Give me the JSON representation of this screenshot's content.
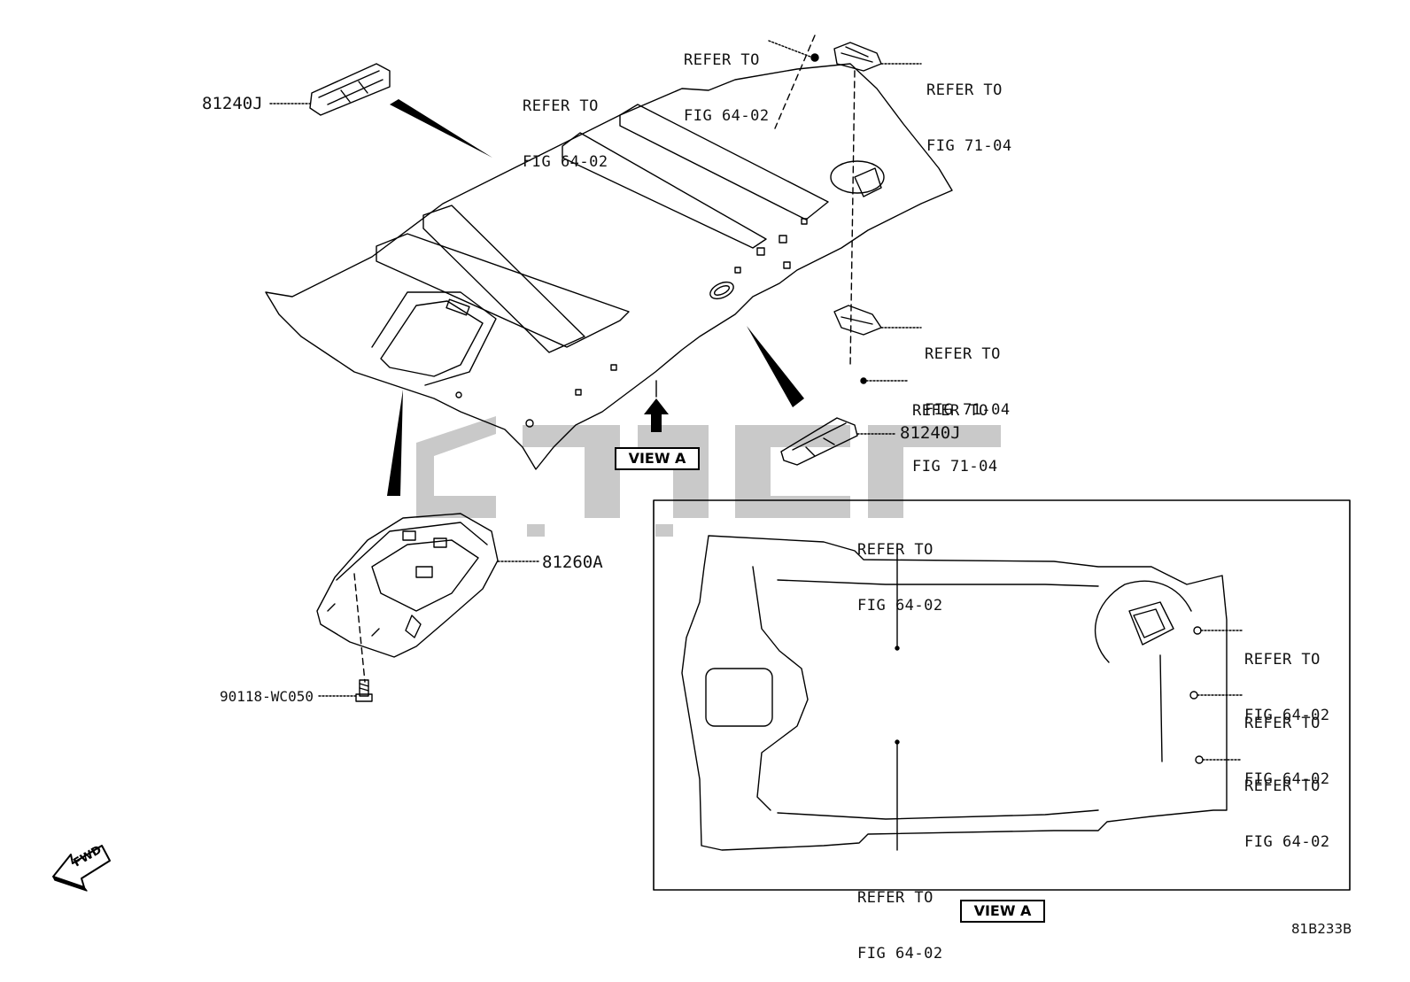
{
  "callouts": {
    "ref_top_center": [
      "REFER TO",
      "FIG 64-02"
    ],
    "ref_top_right_screw": [
      "REFER TO",
      "FIG 64-02"
    ],
    "ref_top_right_lamp": [
      "REFER TO",
      "FIG 71-04"
    ],
    "ref_mid_right_lamp": [
      "REFER TO",
      "FIG 71-04"
    ],
    "ref_mid_right_screw": [
      "REFER TO",
      "FIG 71-04"
    ],
    "ref_view_top": [
      "REFER TO",
      "FIG 64-02"
    ],
    "ref_view_bottom": [
      "REFER TO",
      "FIG 64-02"
    ],
    "ref_view_right_1": [
      "REFER TO",
      "FIG 64-02"
    ],
    "ref_view_right_2": [
      "REFER TO",
      "FIG 64-02"
    ],
    "ref_view_right_3": [
      "REFER TO",
      "FIG 64-02"
    ]
  },
  "parts": {
    "lamp_top_left": "81240J",
    "lamp_mid_right": "81240J",
    "console": "81260A",
    "screw": "90118-WC050"
  },
  "view_label": "VIEW A",
  "view_label_inset": "VIEW A",
  "fwd_label": "FWD",
  "figure_ref": "81B233B"
}
